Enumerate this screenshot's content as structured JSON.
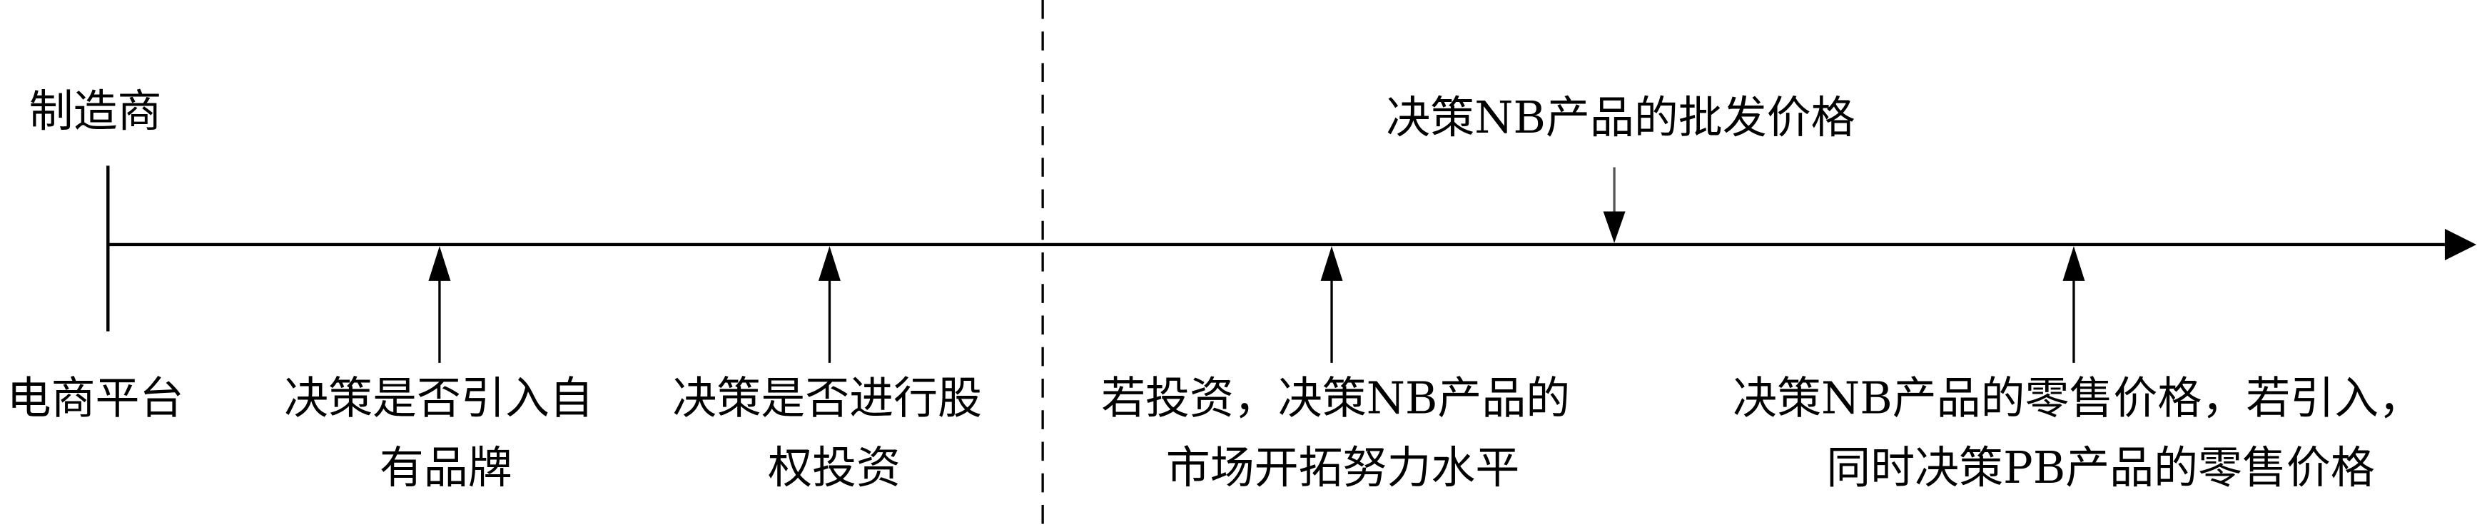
{
  "actors": {
    "manufacturer": "制造商",
    "platform": "电商平台"
  },
  "events": [
    {
      "lines": [
        "决策是否引入自",
        "有品牌"
      ],
      "actor": "platform"
    },
    {
      "lines": [
        "决策是否进行股",
        "权投资"
      ],
      "actor": "platform"
    },
    {
      "lines": [
        "若投资，决策NB产品的",
        "市场开拓努力水平"
      ],
      "actor": "platform"
    },
    {
      "lines": [
        "决策NB产品的批发价格"
      ],
      "actor": "manufacturer"
    },
    {
      "lines": [
        "决策NB产品的零售价格，若引入，",
        "同时决策PB产品的零售价格"
      ],
      "actor": "platform"
    }
  ],
  "colors": {
    "line": "#000000",
    "manufacturer_arrow": "#555555"
  }
}
